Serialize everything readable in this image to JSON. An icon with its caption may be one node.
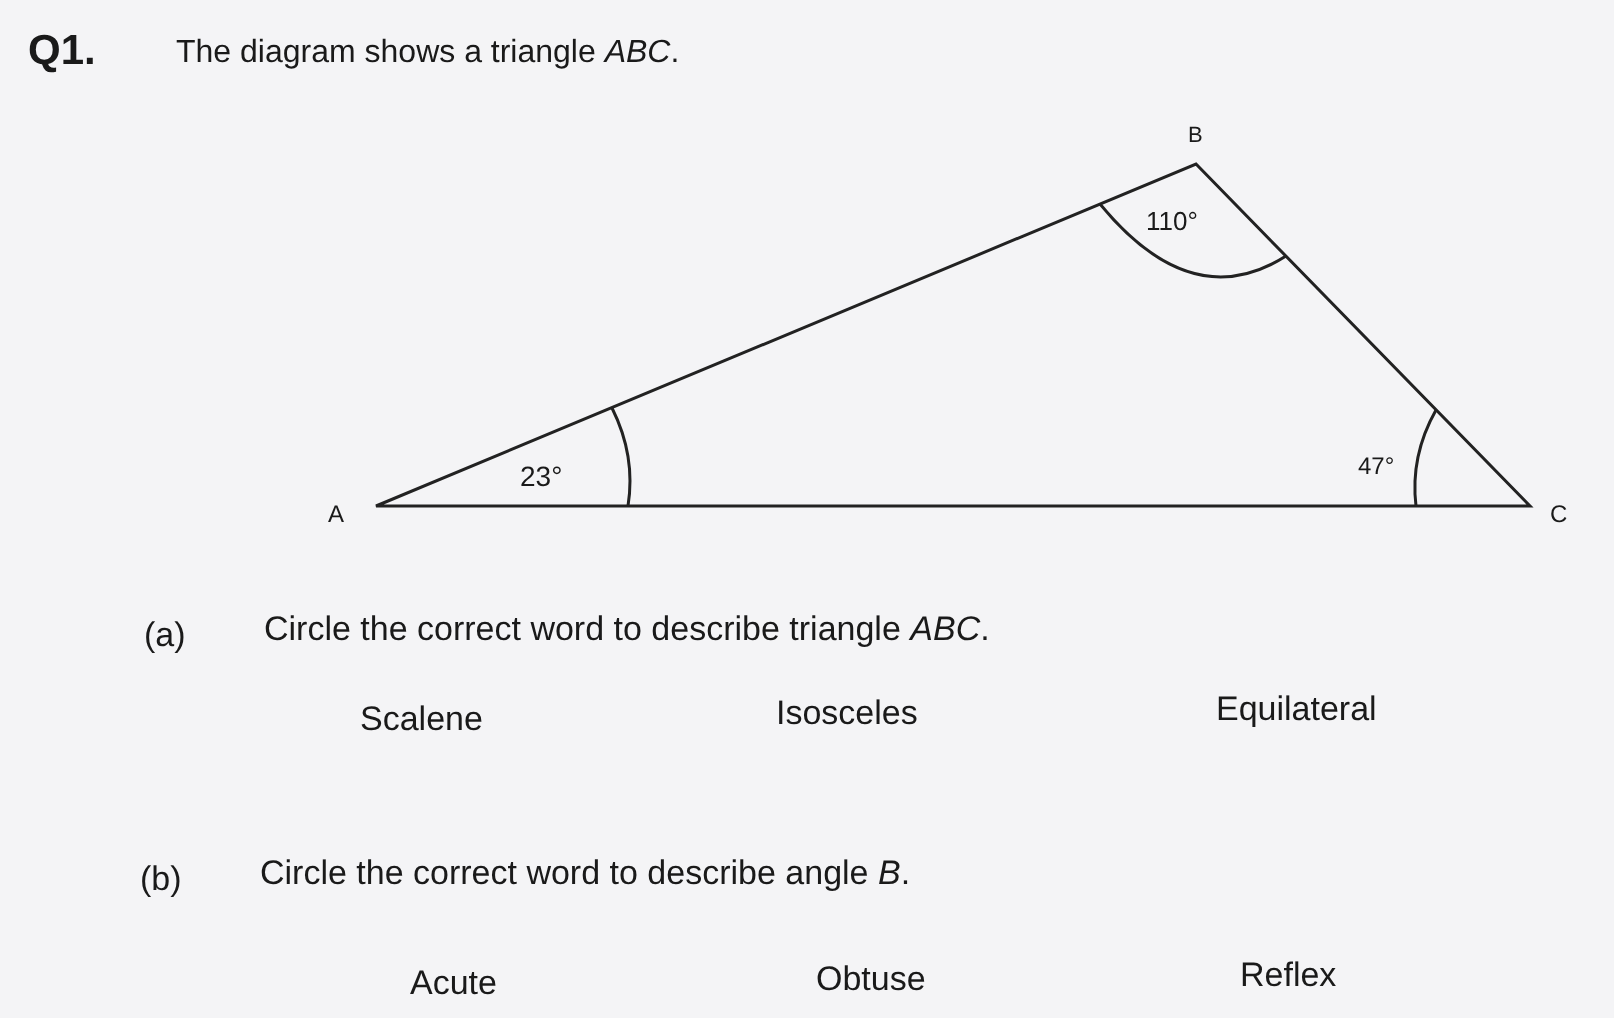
{
  "diagram": {
    "labels": [
      "Q1.",
      "The diagram shows a triangle *ABC*.",
      "B",
      "110°",
      "23°",
      "47°",
      "A",
      "C",
      "(a)",
      "Circle the correct word to describe triangle *ABC*.",
      "Scalene",
      "Isosceles",
      "Equilateral",
      "(b)",
      "Circle the correct word to describe angle *B*.",
      "Acute",
      "Obtuse",
      "Reflex"
    ]
  }
}
